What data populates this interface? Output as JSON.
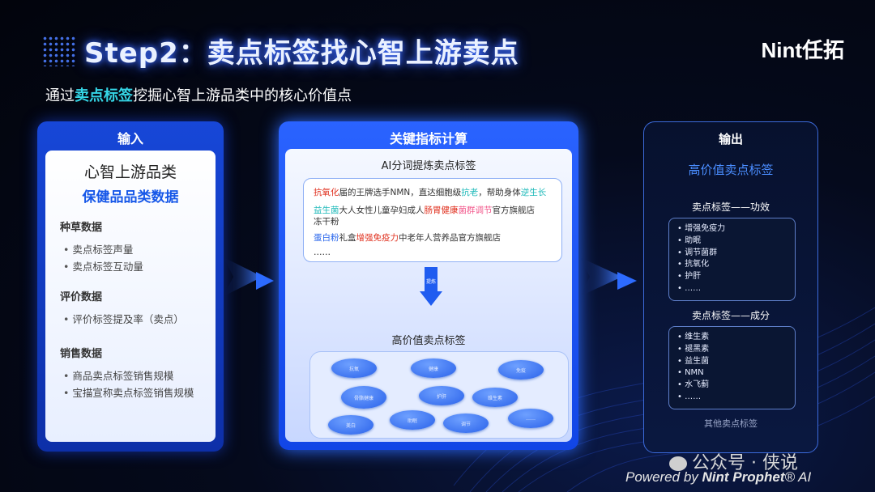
{
  "header": {
    "title": "Step2：卖点标签找心智上游卖点",
    "logo": "Nint任拓",
    "subtitle_prefix": "通过",
    "subtitle_highlight": "卖点标签",
    "subtitle_suffix": "挖掘心智上游品类中的核心价值点"
  },
  "input_panel": {
    "header": "输入",
    "title": "心智上游品类",
    "subtitle": "保健品品类数据",
    "groups": [
      {
        "title": "种草数据",
        "items": [
          "卖点标签声量",
          "卖点标签互动量"
        ]
      },
      {
        "title": "评价数据",
        "items": [
          "评价标签提及率（卖点）"
        ]
      },
      {
        "title": "销售数据",
        "items": [
          "商品卖点标签销售规模",
          "宝描宣称卖点标签销售规模"
        ]
      }
    ]
  },
  "compute_panel": {
    "header": "关键指标计算",
    "section1": "AI分词提炼卖点标签",
    "line1": {
      "a": "抗氧化",
      "b": "届的王牌选手NMN，直达细胞级",
      "c": "抗老",
      "d": "，帮助身体",
      "e": "逆生长"
    },
    "line2": {
      "a": "益生菌",
      "b": "大人女性儿童孕妇成人",
      "c": "肠胃健康",
      "d": "菌群调节",
      "e": "官方旗舰店"
    },
    "line2b": "冻干粉",
    "line3": {
      "a": "蛋白粉",
      "b": "礼盒",
      "c": "增强免疫力",
      "d": "中老年人营养品官方旗舰店"
    },
    "ellipsis": "……",
    "arrow_label": "提炼",
    "section2": "高价值卖点标签",
    "tags": [
      "抗氧",
      "健康",
      "免疫",
      "骨骼健康",
      "护肝",
      "维生素",
      "美白",
      "助眠",
      "调节",
      "……"
    ]
  },
  "output_panel": {
    "header": "输出",
    "subtitle": "高价值卖点标签",
    "sec1_title": "卖点标签——功效",
    "sec1_items": [
      "增强免疫力",
      "助眠",
      "调节菌群",
      "抗氧化",
      "护肝",
      "……"
    ],
    "sec2_title": "卖点标签——成分",
    "sec2_items": [
      "维生素",
      "褪黑素",
      "益生菌",
      "NMN",
      "水飞蓟",
      "……"
    ],
    "other": "其他卖点标签"
  },
  "footer": {
    "watermark": "公众号 · 侠说",
    "powered_prefix": "Powered by ",
    "powered_brand": "Nint Prophet",
    "powered_suffix": "® AI"
  },
  "colors": {
    "accent": "#35d6e6",
    "primary": "#2a63ff",
    "output_blue": "#4a8dff"
  }
}
